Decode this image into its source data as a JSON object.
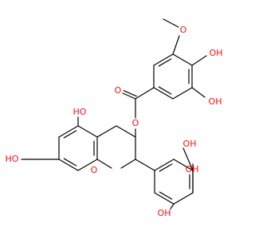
{
  "colors": {
    "background": "#ffffff",
    "bond": "#000000",
    "oxygen": "#ff0d0d"
  },
  "labels": {
    "ho_c5": "HO",
    "ho_c7": "HO",
    "o_ring": "O",
    "o_ester": "O",
    "o_carbonyl": "O",
    "o_methoxy": "O",
    "oh_para_top": "OH",
    "oh_meta_top": "OH",
    "oh_b_upper": "OH",
    "oh_b_para": "OH",
    "oh_b_lower": "OH"
  }
}
